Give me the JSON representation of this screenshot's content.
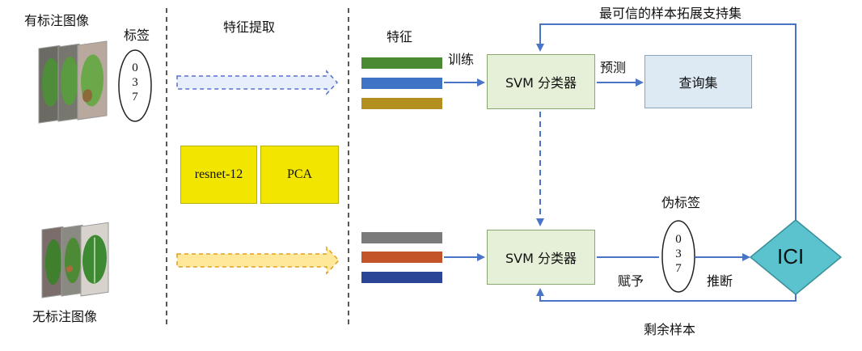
{
  "labeled": {
    "title": "有标注图像",
    "labels_title": "标签",
    "labels": [
      "0",
      "3",
      "7"
    ]
  },
  "unlabeled": {
    "title": "无标注图像"
  },
  "feature_extraction": {
    "title": "特征提取",
    "backbone": "resnet-12",
    "reduction": "PCA"
  },
  "features": {
    "title": "特征",
    "train_label": "训练",
    "labeled_colors": [
      "#4a8a33",
      "#3f73c4",
      "#b38f1f"
    ],
    "unlabeled_colors": [
      "#7a7a7a",
      "#c3542a",
      "#2a4596"
    ]
  },
  "classifiers": {
    "top": "SVM 分类器",
    "bottom": "SVM 分类器"
  },
  "query": {
    "predict_label": "预测",
    "set_label": "查询集"
  },
  "pseudo": {
    "title": "伪标签",
    "labels": [
      "0",
      "3",
      "7"
    ],
    "assign_label": "赋予",
    "infer_label": "推断"
  },
  "ici": {
    "label": "ICI"
  },
  "loop": {
    "top_label": "最可信的样本拓展支持集",
    "bottom_label": "剩余样本"
  },
  "colors": {
    "svm_fill": "#e6f0d8",
    "query_fill": "#dde9f3",
    "yellow": "#f2e600",
    "ici_fill": "#5bc3cd",
    "arrow_blue": "#4a74c6",
    "ellipse_stroke": "#222222"
  }
}
